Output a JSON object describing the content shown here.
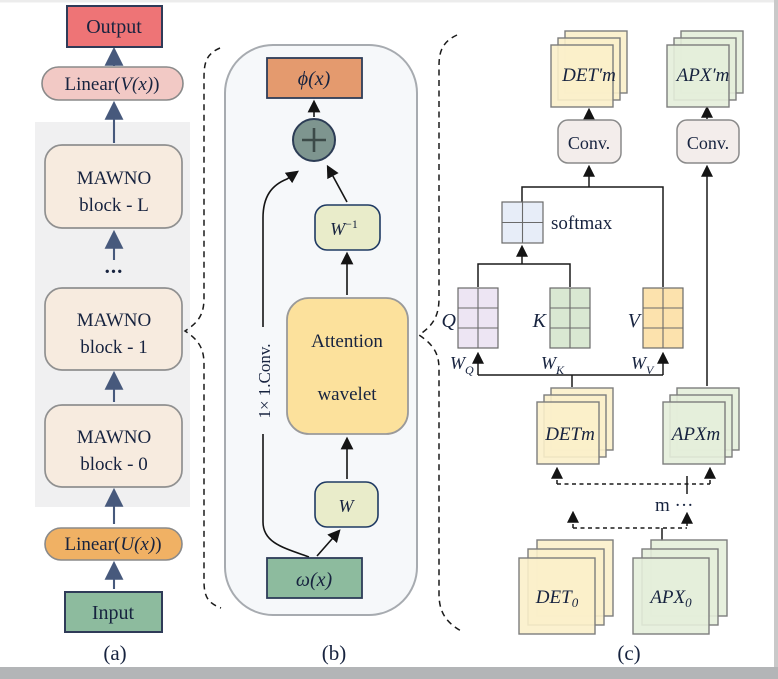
{
  "figure": {
    "type": "architecture-diagram",
    "description": "MAWNO neural operator architecture with three panels"
  },
  "panel_a": {
    "caption": "(a)",
    "output_label": "Output",
    "linear_v": {
      "prefix": "Linear(",
      "math": "V(x)",
      "suffix": ")"
    },
    "block_l": {
      "line1": "MAWNO",
      "line2": "block - L"
    },
    "dots": "...",
    "block_1": {
      "line1": "MAWNO",
      "line2": "block - 1"
    },
    "block_0": {
      "line1": "MAWNO",
      "line2": "block - 0"
    },
    "linear_u": {
      "prefix": "Linear(",
      "math": "U(x)",
      "suffix": ")"
    },
    "input_label": "Input"
  },
  "panel_b": {
    "caption": "(b)",
    "phi": "ϕ(x)",
    "w_inv": {
      "base": "W",
      "sup": "−1"
    },
    "attention": {
      "line1": "Attention",
      "line2": "wavelet"
    },
    "w": "W",
    "omega": "ω(x)",
    "conv_rotated": "1× 1.Conv."
  },
  "panel_c": {
    "caption": "(c)",
    "det_prime": "DET′m",
    "apx_prime": "APX′m",
    "conv_left": "Conv.",
    "conv_right": "Conv.",
    "softmax": "softmax",
    "q": "Q",
    "k": "K",
    "v": "V",
    "wq": {
      "base": "W",
      "sub": "Q"
    },
    "wk": {
      "base": "W",
      "sub": "K"
    },
    "wv": {
      "base": "W",
      "sub": "V"
    },
    "detm": "DETm",
    "apxm": "APXm",
    "m_label": "m ···",
    "det0": {
      "base": "DET",
      "sub": "0"
    },
    "apx0": {
      "base": "APX",
      "sub": "0"
    }
  },
  "colors": {
    "output_red": "#ee7476",
    "linear_v_pink": "#f2c9c5",
    "mawno_beige": "#f7ebdf",
    "panel_gray": "#f0f0f1",
    "linear_u_orange": "#f0b164",
    "input_green": "#8dbb9e",
    "panel_b_bg": "#f6f8fa",
    "phi_orange": "#e49a6e",
    "plus_circle": "#7e958f",
    "w_box": "#e9ecca",
    "attention_yellow": "#fce19c",
    "conv_box": "#f3edeb",
    "det_yellow": "#fbf0ca",
    "apx_green": "#e4eeda",
    "softmax_blue": "#e7edf8",
    "q_lavender": "#ede5f3",
    "k_green": "#d9e8d2",
    "v_orange": "#fce2ad",
    "arrow_steel": "#47597c",
    "ink": "#17233f"
  }
}
